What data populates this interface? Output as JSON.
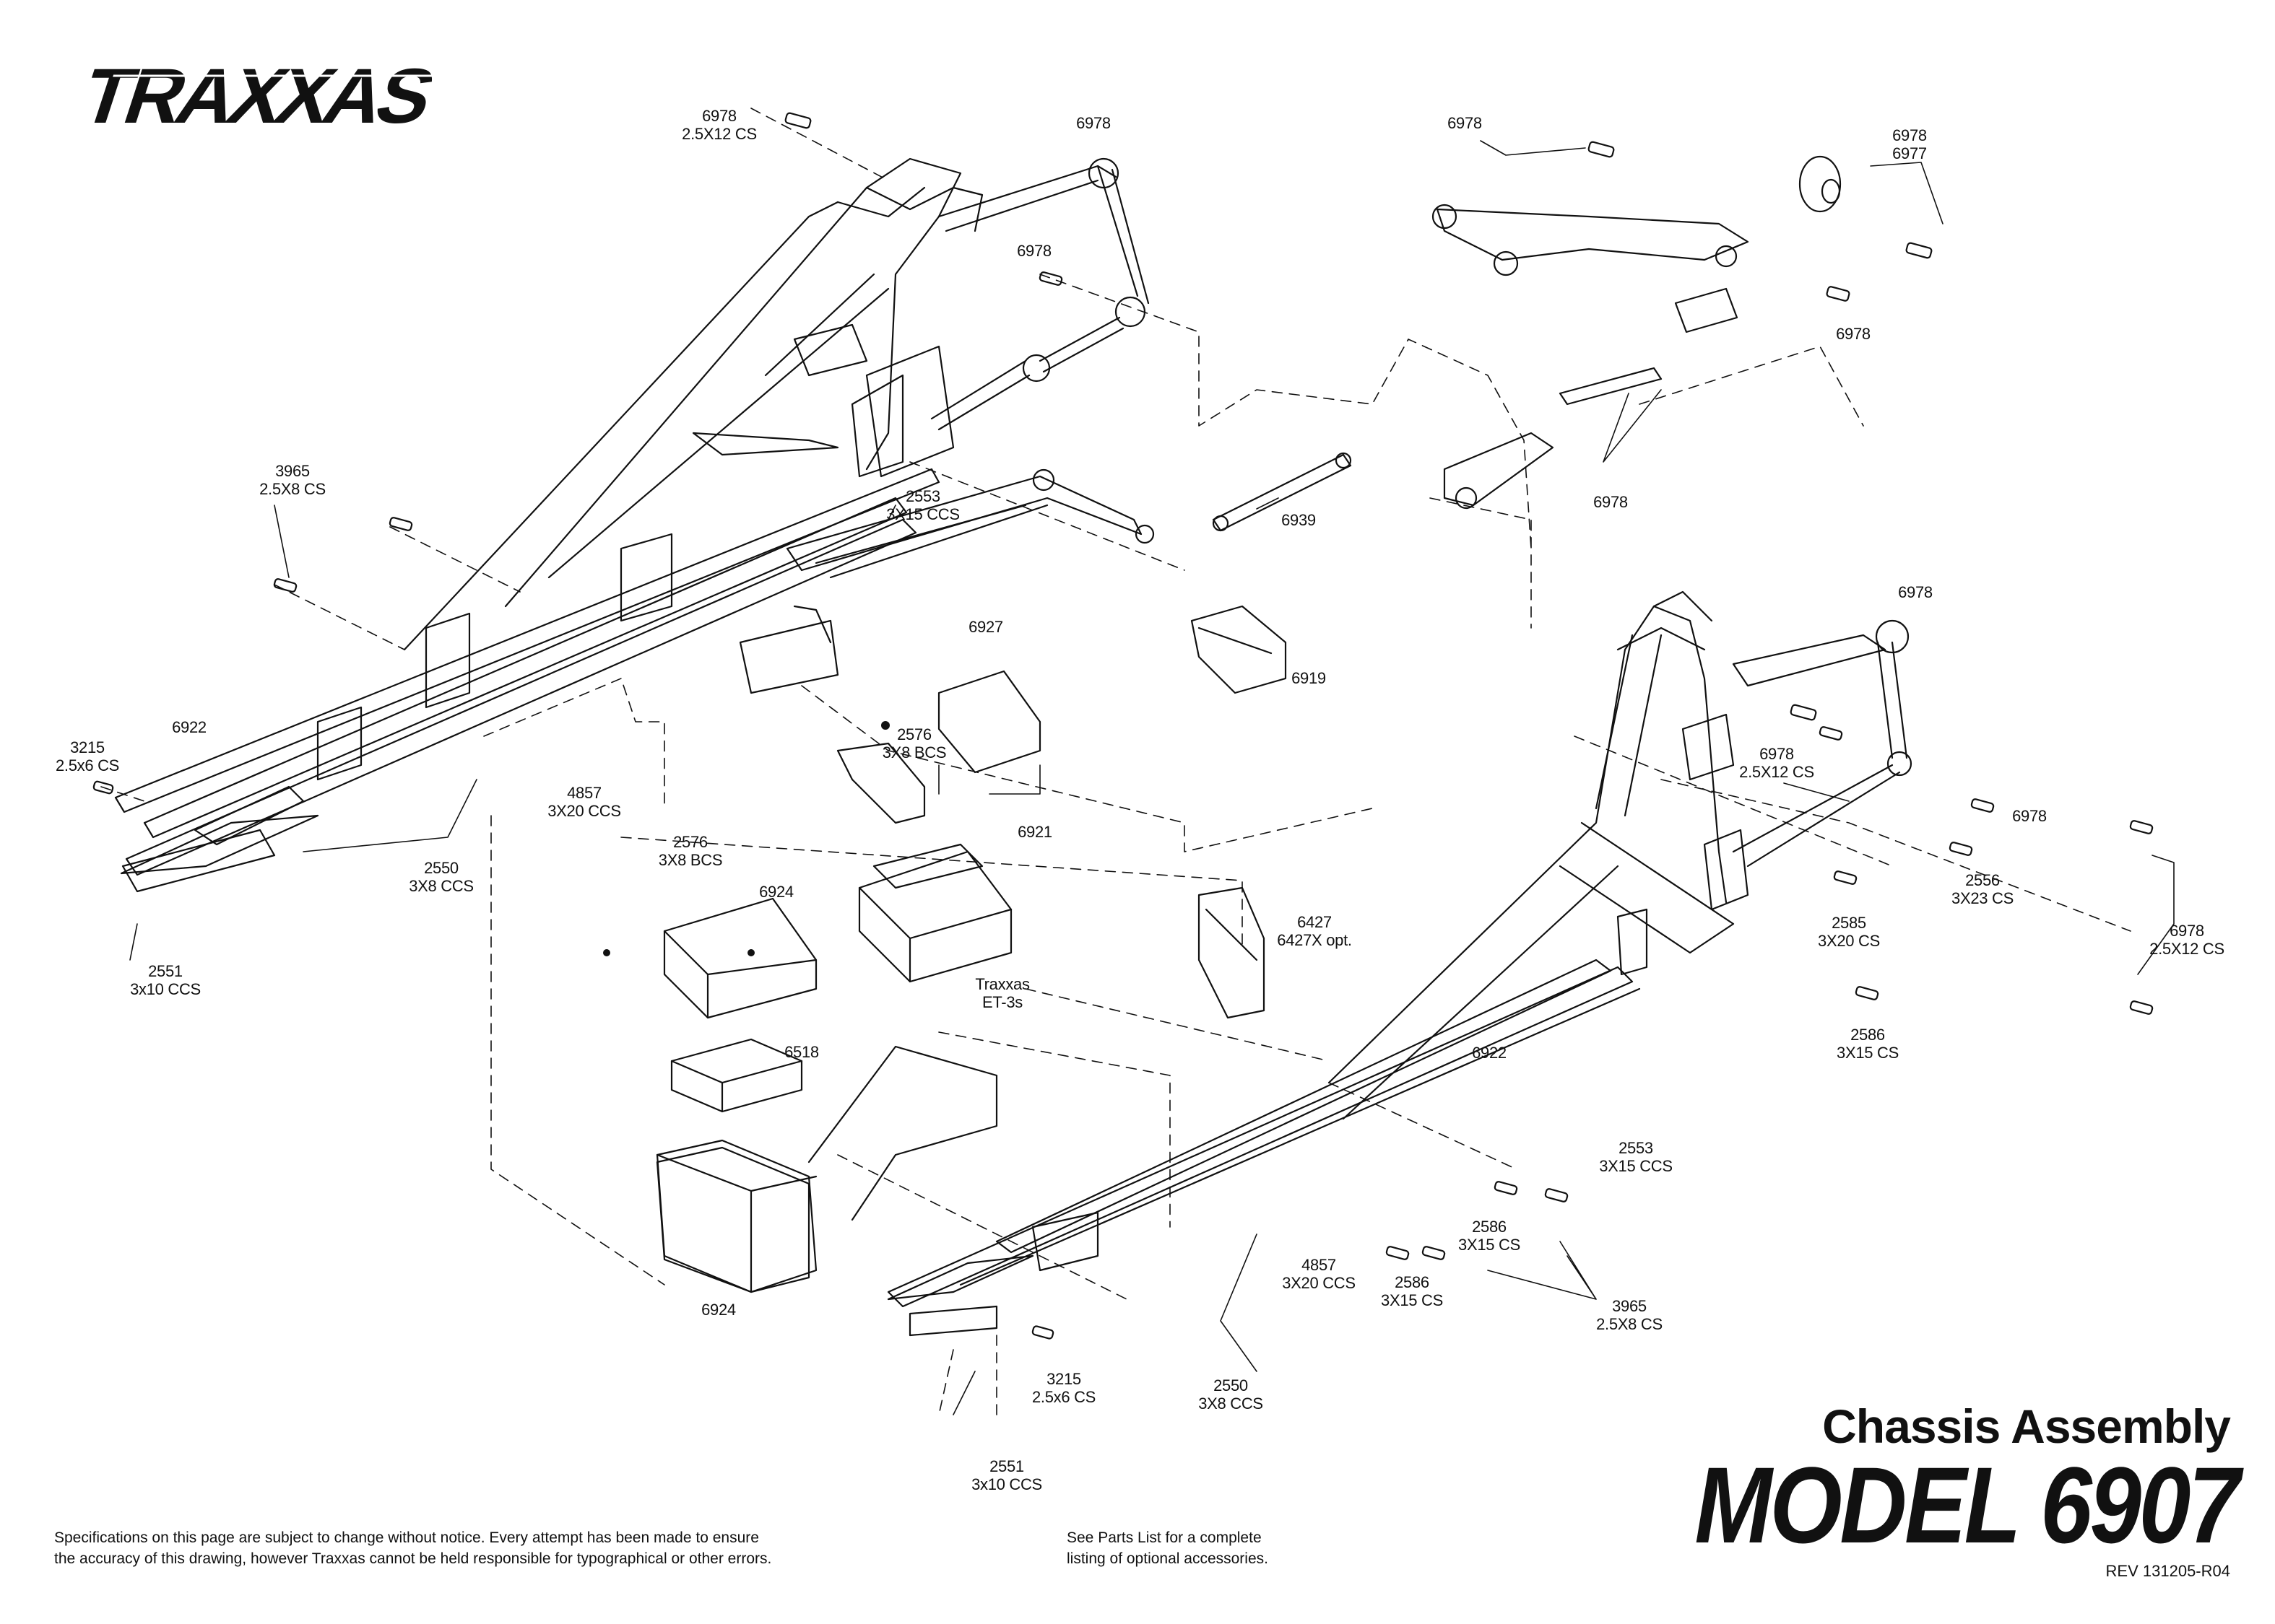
{
  "brand": "TRAXXAS",
  "title": "Chassis Assembly",
  "model": "MODEL 6907",
  "revision": "REV 131205-R04",
  "disclaimer": {
    "line1": "Specifications on this page are subject to change without notice.  Every attempt has been made to ensure",
    "line2": "the accuracy of this drawing, however Traxxas cannot be held responsible for typographical or other errors."
  },
  "parts_note": {
    "line1": "See Parts List for a complete",
    "line2": "listing of optional accessories."
  },
  "part_labels": [
    {
      "id": "p6978-a",
      "lines": [
        "6978",
        "2.5X12 CS"
      ]
    },
    {
      "id": "p6978-b",
      "lines": [
        "6978"
      ]
    },
    {
      "id": "p6978-c",
      "lines": [
        "6978"
      ]
    },
    {
      "id": "p6978-d",
      "lines": [
        "6978"
      ]
    },
    {
      "id": "p6978-e",
      "lines": [
        "6978",
        "6977"
      ]
    },
    {
      "id": "p6978-f",
      "lines": [
        "6978"
      ]
    },
    {
      "id": "p6978-g",
      "lines": [
        "6978"
      ]
    },
    {
      "id": "p6978-h",
      "lines": [
        "6978"
      ]
    },
    {
      "id": "p6978-i",
      "lines": [
        "6978",
        "2.5X12 CS"
      ]
    },
    {
      "id": "p6978-j",
      "lines": [
        "6978"
      ]
    },
    {
      "id": "p6978-k",
      "lines": [
        "6978",
        "2.5X12 CS"
      ]
    },
    {
      "id": "p3965-a",
      "lines": [
        "3965",
        "2.5X8 CS"
      ]
    },
    {
      "id": "p2553-a",
      "lines": [
        "2553",
        "3X15 CCS"
      ]
    },
    {
      "id": "p6939",
      "lines": [
        "6939"
      ]
    },
    {
      "id": "p6927",
      "lines": [
        "6927"
      ]
    },
    {
      "id": "p6919",
      "lines": [
        "6919"
      ]
    },
    {
      "id": "p3215-a",
      "lines": [
        "3215",
        "2.5x6 CS"
      ]
    },
    {
      "id": "p6922-a",
      "lines": [
        "6922"
      ]
    },
    {
      "id": "p2576-a",
      "lines": [
        "2576",
        "3X8 BCS"
      ]
    },
    {
      "id": "p4857-a",
      "lines": [
        "4857",
        "3X20 CCS"
      ]
    },
    {
      "id": "p6921",
      "lines": [
        "6921"
      ]
    },
    {
      "id": "p2550-a",
      "lines": [
        "2550",
        "3X8 CCS"
      ]
    },
    {
      "id": "p2576-b",
      "lines": [
        "2576",
        "3X8 BCS"
      ]
    },
    {
      "id": "p6924-a",
      "lines": [
        "6924"
      ]
    },
    {
      "id": "p2551-a",
      "lines": [
        "2551",
        "3x10 CCS"
      ]
    },
    {
      "id": "pET3s",
      "lines": [
        "Traxxas",
        "ET-3s"
      ]
    },
    {
      "id": "p6427",
      "lines": [
        "6427",
        "6427X opt."
      ]
    },
    {
      "id": "p6518",
      "lines": [
        "6518"
      ]
    },
    {
      "id": "p6922-b",
      "lines": [
        "6922"
      ]
    },
    {
      "id": "p2556",
      "lines": [
        "2556",
        "3X23 CS"
      ]
    },
    {
      "id": "p2585",
      "lines": [
        "2585",
        "3X20 CS"
      ]
    },
    {
      "id": "p2586-a",
      "lines": [
        "2586",
        "3X15 CS"
      ]
    },
    {
      "id": "p2553-b",
      "lines": [
        "2553",
        "3X15 CCS"
      ]
    },
    {
      "id": "p6924-b",
      "lines": [
        "6924"
      ]
    },
    {
      "id": "p2586-b",
      "lines": [
        "2586",
        "3X15 CS"
      ]
    },
    {
      "id": "p4857-b",
      "lines": [
        "4857",
        "3X20 CCS"
      ]
    },
    {
      "id": "p2586-c",
      "lines": [
        "2586",
        "3X15 CS"
      ]
    },
    {
      "id": "p3965-b",
      "lines": [
        "3965",
        "2.5X8 CS"
      ]
    },
    {
      "id": "p3215-b",
      "lines": [
        "3215",
        "2.5x6 CS"
      ]
    },
    {
      "id": "p2550-b",
      "lines": [
        "2550",
        "3X8 CCS"
      ]
    },
    {
      "id": "p2551-b",
      "lines": [
        "2551",
        "3x10 CCS"
      ]
    }
  ]
}
